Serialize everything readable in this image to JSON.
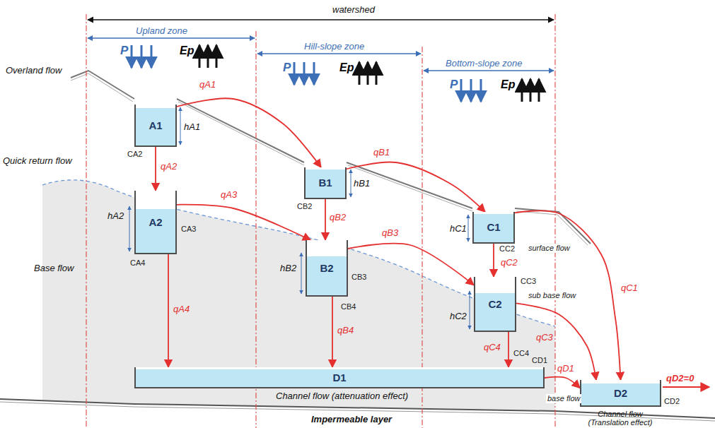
{
  "diagram": {
    "nodes": [
      {
        "text": [
          "A1"
        ]
      },
      {
        "text": [
          "A2"
        ]
      },
      {
        "text": [
          "B1"
        ]
      },
      {
        "text": [
          "B2"
        ]
      },
      {
        "text": [
          "C1"
        ]
      },
      {
        "text": [
          "C2"
        ]
      },
      {
        "text": [
          "D1"
        ]
      },
      {
        "text": [
          "D2"
        ]
      }
    ],
    "edges": [
      {
        "from": 0,
        "to": 2,
        "arrow": "to",
        "label": "qA1"
      },
      {
        "from": 0,
        "to": 1,
        "arrow": "to",
        "label": "qA2"
      },
      {
        "from": 1,
        "to": 3,
        "arrow": "to",
        "label": "qA3"
      },
      {
        "from": 1,
        "to": 6,
        "arrow": "to",
        "label": "qA4"
      },
      {
        "from": 2,
        "to": 4,
        "arrow": "to",
        "label": "qB1"
      },
      {
        "from": 2,
        "to": 3,
        "arrow": "to",
        "label": "qB2"
      },
      {
        "from": 3,
        "to": 5,
        "arrow": "to",
        "label": "qB3"
      },
      {
        "from": 3,
        "to": 6,
        "arrow": "to",
        "label": "qB4"
      },
      {
        "from": 4,
        "to": 7,
        "arrow": "to",
        "label": "qC1"
      },
      {
        "from": 4,
        "to": 5,
        "arrow": "to",
        "label": "qC2"
      },
      {
        "from": 5,
        "to": 7,
        "arrow": "to",
        "label": "qC3"
      },
      {
        "from": 5,
        "to": 6,
        "arrow": "to",
        "label": "qC4"
      },
      {
        "from": 6,
        "to": 7,
        "arrow": "to",
        "label": "qD1"
      }
    ],
    "labels": [
      "watershed",
      "Upland zone",
      "Hill-slope zone",
      "Bottom-slope zone",
      "P",
      "Ep",
      "P",
      "Ep",
      "P",
      "Ep",
      "Overland flow",
      "Quick return flow",
      "Base flow",
      "hA1",
      "hA2",
      "hB1",
      "hB2",
      "hC1",
      "hC2",
      "CA2",
      "CA3",
      "CA4",
      "CB2",
      "CB3",
      "CB4",
      "CC2",
      "CC3",
      "CC4",
      "CD1",
      "CD2",
      "surface flow",
      "sub base flow",
      "base flow",
      "Channel flow (attenuation effect)",
      "Channel flow (Translation effect)",
      "Impermeable layer",
      "qD2=0"
    ]
  }
}
